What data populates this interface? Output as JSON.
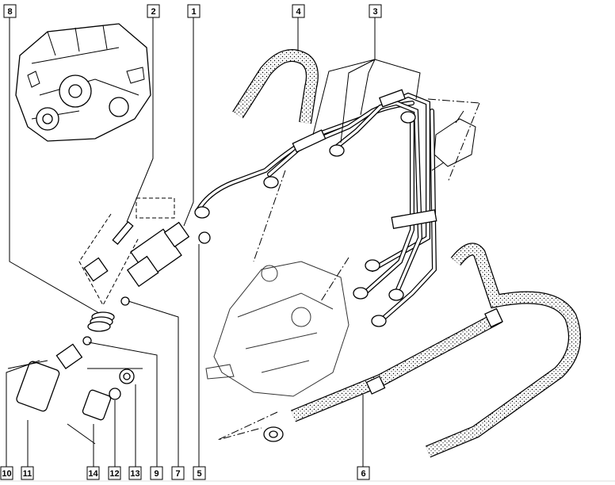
{
  "diagram": {
    "title": "Diesel injection system exploded view",
    "callouts": {
      "c1": "1",
      "c2": "2",
      "c3": "3",
      "c4": "4",
      "c5": "5",
      "c6": "6",
      "c7": "7",
      "c8": "8",
      "c9": "9",
      "c10": "10",
      "c11": "11",
      "c12": "12",
      "c13": "13",
      "c14": "14"
    }
  }
}
